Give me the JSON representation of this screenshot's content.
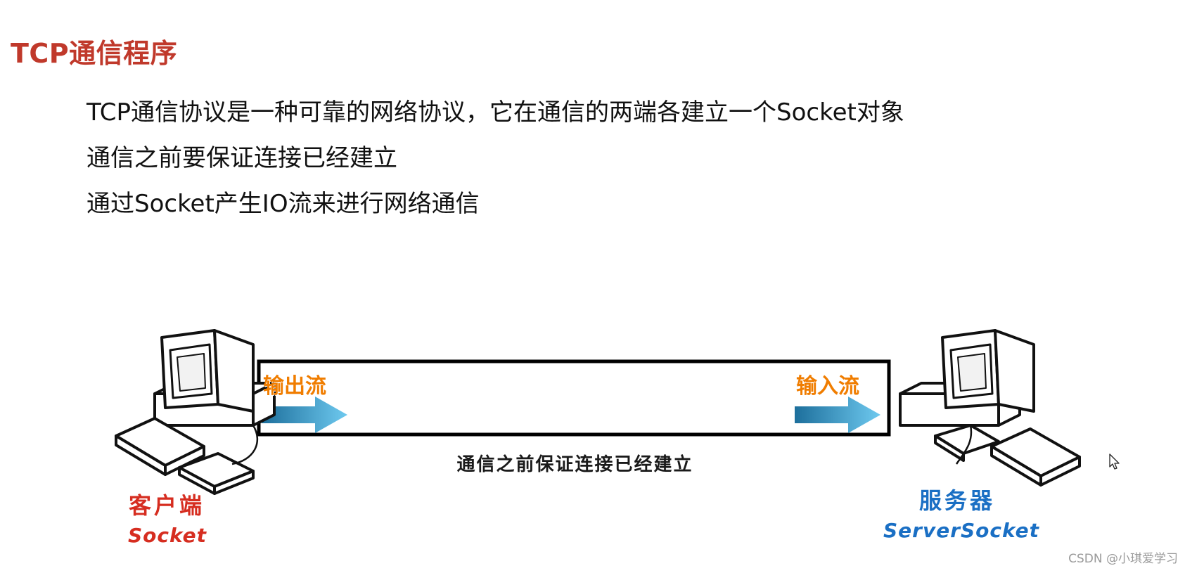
{
  "slide": {
    "title": "TCP通信程序",
    "bullets": [
      "TCP通信协议是一种可靠的网络协议，它在通信的两端各建立一个Socket对象",
      "通信之前要保证连接已经建立",
      "通过Socket产生IO流来进行网络通信"
    ]
  },
  "diagram": {
    "left_flow_label": "输出流",
    "right_flow_label": "输入流",
    "caption": "通信之前保证连接已经建立",
    "client": {
      "name": "客户端",
      "socket": "Socket"
    },
    "server": {
      "name": "服务器",
      "socket": "ServerSocket"
    }
  },
  "watermark": "CSDN @小琪爱学习",
  "colors": {
    "title": "#c0392b",
    "flow_label": "#f07d00",
    "client_label": "#d62d20",
    "server_label": "#1a6fc4",
    "arrow_dark": "#1d6f9c",
    "arrow_light": "#6ec9ef"
  },
  "icons": [
    "computer-icon",
    "arrow-right-icon",
    "mouse-cursor-icon"
  ]
}
